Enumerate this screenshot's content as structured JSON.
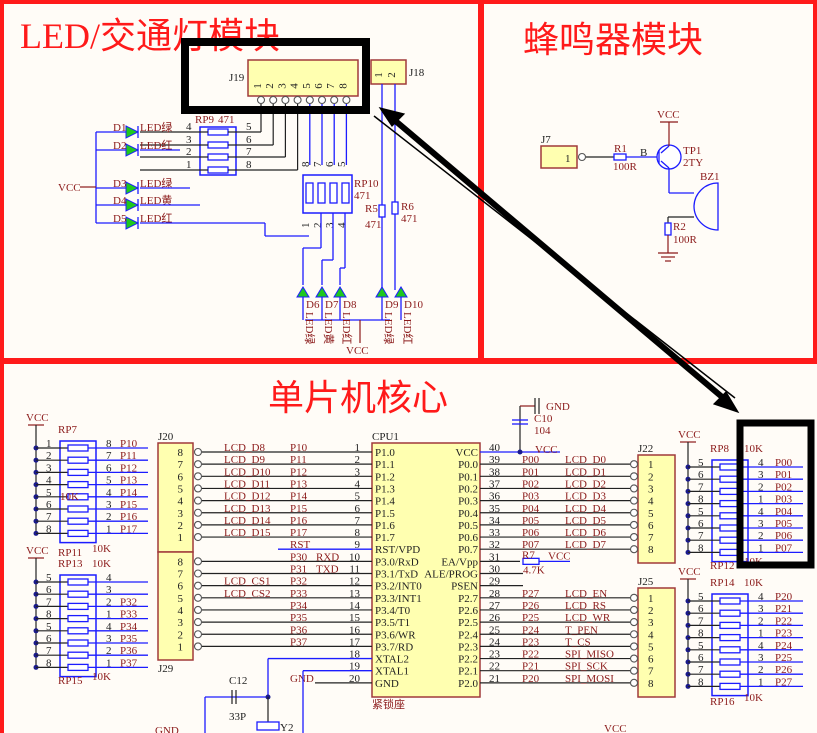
{
  "titles": {
    "led": "LED/交通灯模块",
    "buzzer": "蜂鸣器模块",
    "mcu": "单片机核心"
  },
  "colors": {
    "panel_border": "#ff1a1a",
    "wire": "#1c1cff",
    "connector_fill": "#ffffb0",
    "led": "#1ec81e",
    "highlight": "#000000"
  },
  "led_module": {
    "j19": {
      "ref": "J19",
      "pins": [
        "1",
        "2",
        "3",
        "4",
        "5",
        "6",
        "7",
        "8"
      ]
    },
    "j18": {
      "ref": "J18",
      "pins": [
        "1",
        "2"
      ]
    },
    "rp9": {
      "ref": "RP9",
      "value": "471",
      "left_pins": [
        "4",
        "3",
        "2",
        "1"
      ],
      "right_pins": [
        "5",
        "6",
        "7",
        "8"
      ]
    },
    "leds_left": [
      {
        "ref": "D1",
        "label": "LED绿"
      },
      {
        "ref": "D2",
        "label": "LED红"
      },
      {
        "ref": "D3",
        "label": "LED绿"
      },
      {
        "ref": "D4",
        "label": "LED黄"
      },
      {
        "ref": "D5",
        "label": "LED红"
      }
    ],
    "vcc": "VCC",
    "rp10": {
      "ref": "RP10",
      "value": "471",
      "top_pins": [
        "8",
        "7",
        "6",
        "5"
      ],
      "bottom_pins": [
        "1",
        "2",
        "3",
        "4"
      ]
    },
    "r5": {
      "ref": "R5",
      "value": "471"
    },
    "r6": {
      "ref": "R6",
      "value": "471"
    },
    "leds_bottom": [
      {
        "ref": "D6",
        "label": "LED绿"
      },
      {
        "ref": "D7",
        "label": "LED黄"
      },
      {
        "ref": "D8",
        "label": "LED红"
      },
      {
        "ref": "D9",
        "label": "LED绿"
      },
      {
        "ref": "D10",
        "label": "LED红"
      }
    ],
    "vcc_bottom": "VCC"
  },
  "buzzer_module": {
    "j7": {
      "ref": "J7",
      "pin": "1"
    },
    "r1": {
      "ref": "R1",
      "value": "100R"
    },
    "base_net": "B",
    "vcc": "VCC",
    "tp1": {
      "ref": "TP1",
      "value": "2TY"
    },
    "bz1": {
      "ref": "BZ1"
    },
    "r2": {
      "ref": "R2",
      "value": "100R"
    }
  },
  "mcu": {
    "cpu": {
      "ref": "CPU1",
      "footer": "紧锁座",
      "left_pins": [
        {
          "num": "1",
          "name": "P1.0"
        },
        {
          "num": "2",
          "name": "P1.1"
        },
        {
          "num": "3",
          "name": "P1.2"
        },
        {
          "num": "4",
          "name": "P1.3"
        },
        {
          "num": "5",
          "name": "P1.4"
        },
        {
          "num": "6",
          "name": "P1.5"
        },
        {
          "num": "7",
          "name": "P1.6"
        },
        {
          "num": "8",
          "name": "P1.7"
        },
        {
          "num": "9",
          "name": "RST/VPD"
        },
        {
          "num": "10",
          "name": "P3.0/RxD"
        },
        {
          "num": "11",
          "name": "P3.1/TxD"
        },
        {
          "num": "12",
          "name": "P3.2/INT0"
        },
        {
          "num": "13",
          "name": "P3.3/INT1"
        },
        {
          "num": "14",
          "name": "P3.4/T0"
        },
        {
          "num": "15",
          "name": "P3.5/T1"
        },
        {
          "num": "16",
          "name": "P3.6/WR"
        },
        {
          "num": "17",
          "name": "P3.7/RD"
        },
        {
          "num": "18",
          "name": "XTAL2"
        },
        {
          "num": "19",
          "name": "XTAL1"
        },
        {
          "num": "20",
          "name": "GND"
        }
      ],
      "right_pins": [
        {
          "num": "40",
          "name": "VCC"
        },
        {
          "num": "39",
          "name": "P0.0"
        },
        {
          "num": "38",
          "name": "P0.1"
        },
        {
          "num": "37",
          "name": "P0.2"
        },
        {
          "num": "36",
          "name": "P0.3"
        },
        {
          "num": "35",
          "name": "P0.4"
        },
        {
          "num": "34",
          "name": "P0.5"
        },
        {
          "num": "33",
          "name": "P0.6"
        },
        {
          "num": "32",
          "name": "P0.7"
        },
        {
          "num": "31",
          "name": "EA/Vpp"
        },
        {
          "num": "30",
          "name": "ALE/PROG"
        },
        {
          "num": "29",
          "name": "PSEN"
        },
        {
          "num": "28",
          "name": "P2.7"
        },
        {
          "num": "27",
          "name": "P2.6"
        },
        {
          "num": "26",
          "name": "P2.5"
        },
        {
          "num": "25",
          "name": "P2.4"
        },
        {
          "num": "24",
          "name": "P2.3"
        },
        {
          "num": "23",
          "name": "P2.2"
        },
        {
          "num": "22",
          "name": "P2.1"
        },
        {
          "num": "21",
          "name": "P2.0"
        }
      ]
    },
    "left_nets": [
      {
        "conn": "8",
        "lcd": "LCD_D8",
        "port": "P10"
      },
      {
        "conn": "7",
        "lcd": "LCD_D9",
        "port": "P11"
      },
      {
        "conn": "6",
        "lcd": "LCD_D10",
        "port": "P12"
      },
      {
        "conn": "5",
        "lcd": "LCD_D11",
        "port": "P13"
      },
      {
        "conn": "4",
        "lcd": "LCD_D12",
        "port": "P14"
      },
      {
        "conn": "3",
        "lcd": "LCD_D13",
        "port": "P15"
      },
      {
        "conn": "2",
        "lcd": "LCD_D14",
        "port": "P16"
      },
      {
        "conn": "1",
        "lcd": "LCD_D15",
        "port": "P17"
      },
      {
        "conn": "",
        "lcd": "",
        "port": "RST"
      },
      {
        "conn": "8",
        "lcd": "",
        "port": "P30",
        "extra": "RXD"
      },
      {
        "conn": "7",
        "lcd": "",
        "port": "P31",
        "extra": "TXD"
      },
      {
        "conn": "6",
        "lcd": "LCD_CS1",
        "port": "P32"
      },
      {
        "conn": "5",
        "lcd": "LCD_CS2",
        "port": "P33"
      },
      {
        "conn": "4",
        "lcd": "",
        "port": "P34"
      },
      {
        "conn": "3",
        "lcd": "",
        "port": "P35"
      },
      {
        "conn": "2",
        "lcd": "",
        "port": "P36"
      },
      {
        "conn": "1",
        "lcd": "",
        "port": "P37"
      },
      {
        "conn": "",
        "lcd": "",
        "port": ""
      },
      {
        "conn": "",
        "lcd": "",
        "port": ""
      },
      {
        "conn": "",
        "lcd": "",
        "port": "GND"
      }
    ],
    "right_nets": [
      {
        "conn": "",
        "lcd": "",
        "port": "VCC"
      },
      {
        "conn": "1",
        "lcd": "LCD_D0",
        "port": "P00"
      },
      {
        "conn": "2",
        "lcd": "LCD_D1",
        "port": "P01"
      },
      {
        "conn": "3",
        "lcd": "LCD_D2",
        "port": "P02"
      },
      {
        "conn": "4",
        "lcd": "LCD_D3",
        "port": "P03"
      },
      {
        "conn": "5",
        "lcd": "LCD_D4",
        "port": "P04"
      },
      {
        "conn": "6",
        "lcd": "LCD_D5",
        "port": "P05"
      },
      {
        "conn": "7",
        "lcd": "LCD_D6",
        "port": "P06"
      },
      {
        "conn": "8",
        "lcd": "LCD_D7",
        "port": "P07"
      },
      {
        "conn": "",
        "lcd": "",
        "port": "R7"
      },
      {
        "conn": "",
        "lcd": "",
        "port": ""
      },
      {
        "conn": "",
        "lcd": "",
        "port": ""
      },
      {
        "conn": "1",
        "lcd": "LCD_EN",
        "port": "P27"
      },
      {
        "conn": "2",
        "lcd": "LCD_RS",
        "port": "P26"
      },
      {
        "conn": "3",
        "lcd": "LCD_WR",
        "port": "P25"
      },
      {
        "conn": "4",
        "lcd": "T_PEN",
        "port": "P24"
      },
      {
        "conn": "5",
        "lcd": "T_CS",
        "port": "P23"
      },
      {
        "conn": "6",
        "lcd": "SPI_MISO",
        "port": "P22"
      },
      {
        "conn": "7",
        "lcd": "SPI_SCK",
        "port": "P21"
      },
      {
        "conn": "8",
        "lcd": "SPI_MOSI",
        "port": "P20"
      }
    ],
    "j20": {
      "ref": "J20"
    },
    "j29": {
      "ref": "J29"
    },
    "j22": {
      "ref": "J22"
    },
    "j25": {
      "ref": "J25"
    },
    "r7": {
      "value": "4.7K",
      "vcc": "VCC"
    },
    "c10": {
      "ref": "C10",
      "value": "104",
      "gnd": "GND",
      "vcc": "VCC"
    },
    "c12": {
      "ref": "C12",
      "value": "33P"
    },
    "y2": {
      "ref": "Y2"
    },
    "bottom_gnd": "GND",
    "bottom_vcc": "VCC",
    "pullups_left": [
      {
        "vcc": "VCC",
        "ref_top": "RP7",
        "ref_bottom": "RP11",
        "value_mid": "10K",
        "value_bottom": "10K",
        "left_pins": [
          "1",
          "2",
          "3",
          "4",
          "5",
          "6",
          "7",
          "8"
        ],
        "right_pins": [
          "8",
          "7",
          "6",
          "5",
          "4",
          "3",
          "2",
          "1"
        ],
        "nets": [
          "P10",
          "P11",
          "P12",
          "P13",
          "P14",
          "P15",
          "P16",
          "P17"
        ]
      },
      {
        "vcc": "VCC",
        "ref_top": "RP13",
        "ref_bottom": "RP15",
        "value_top": "10K",
        "value_bottom": "10K",
        "left_pins": [
          "5",
          "6",
          "7",
          "8",
          "5",
          "6",
          "7",
          "8"
        ],
        "right_pins": [
          "4",
          "3",
          "2",
          "1",
          "4",
          "3",
          "2",
          "1"
        ],
        "nets": [
          "",
          "",
          "P32",
          "P33",
          "P34",
          "P35",
          "P36",
          "P37"
        ]
      }
    ],
    "pullups_right": [
      {
        "vcc": "VCC",
        "ref_top": "RP8",
        "ref_bottom": "RP12",
        "value_top": "10K",
        "value_bottom": "10K",
        "left_pins": [
          "5",
          "6",
          "7",
          "8",
          "5",
          "6",
          "7",
          "8"
        ],
        "right_pins": [
          "4",
          "3",
          "2",
          "1",
          "4",
          "3",
          "2",
          "1"
        ],
        "nets": [
          "P00",
          "P01",
          "P02",
          "P03",
          "P04",
          "P05",
          "P06",
          "P07"
        ]
      },
      {
        "vcc": "VCC",
        "ref_top": "RP14",
        "ref_bottom": "RP16",
        "value_top": "10K",
        "value_bottom": "10K",
        "left_pins": [
          "5",
          "6",
          "7",
          "8",
          "5",
          "6",
          "7",
          "8"
        ],
        "right_pins": [
          "4",
          "3",
          "2",
          "1",
          "4",
          "3",
          "2",
          "1"
        ],
        "nets": [
          "P20",
          "P21",
          "P22",
          "P23",
          "P24",
          "P25",
          "P26",
          "P27"
        ]
      }
    ]
  }
}
